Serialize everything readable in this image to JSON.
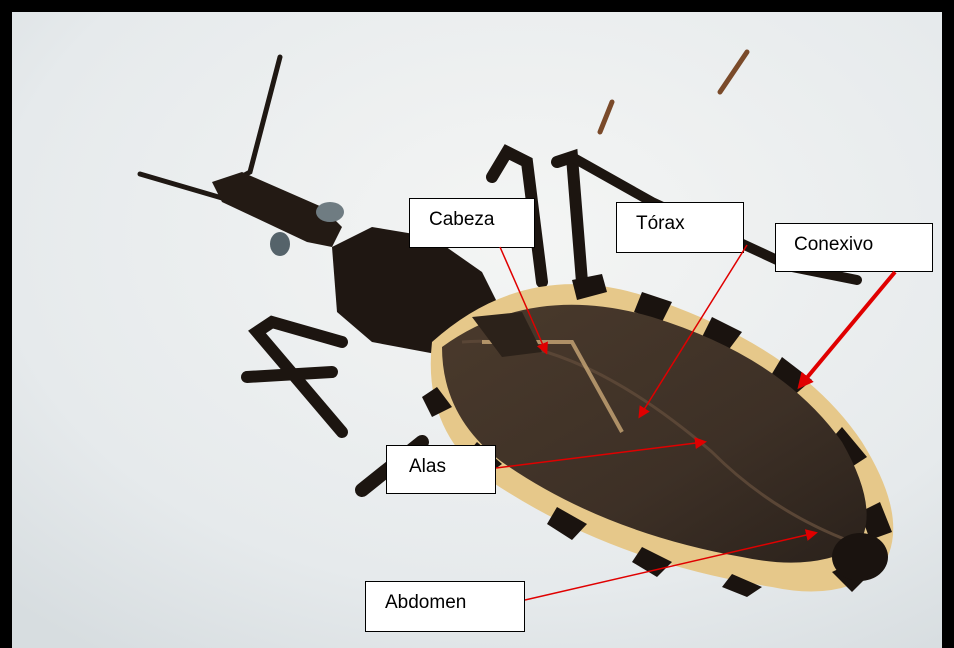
{
  "labels": {
    "cabeza": "Cabeza",
    "torax": "Tórax",
    "conexivo": "Conexivo",
    "alas": "Alas",
    "abdomen": "Abdomen"
  },
  "colors": {
    "arrow": "#e00000",
    "background": "#eceff0",
    "body": "#3a2c22",
    "band": "#e8c98a",
    "border": "#000000"
  },
  "icons": [
    "insect-photo"
  ]
}
